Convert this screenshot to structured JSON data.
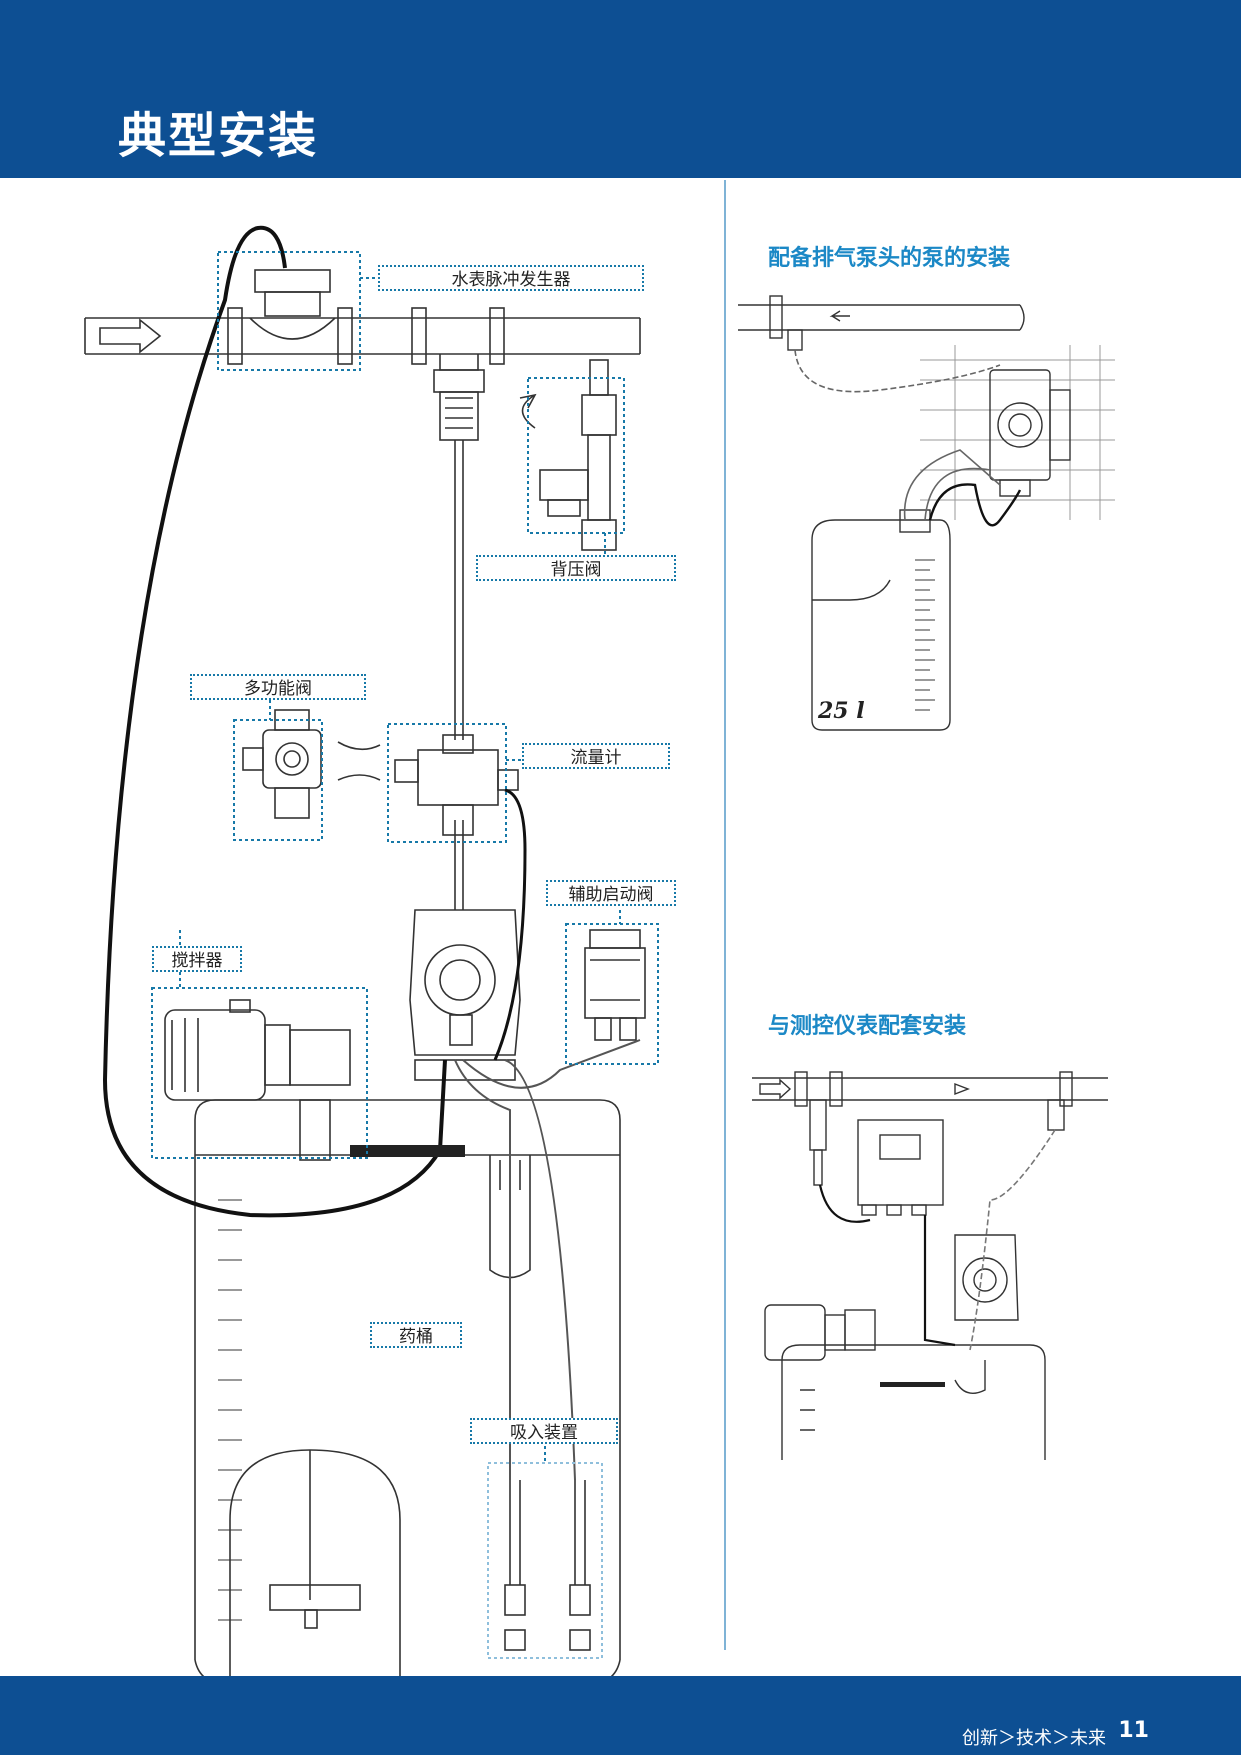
{
  "header": {
    "title": "典型安装",
    "color": "#0d4f93"
  },
  "main_diagram": {
    "labels": {
      "pulse_generator": "水表脉冲发生器",
      "back_pressure_valve": "背压阀",
      "multifunction_valve": "多功能阀",
      "flow_meter": "流量计",
      "aux_start_valve": "辅助启动阀",
      "mixer": "搅拌器",
      "tank": "药桶",
      "suction_device": "吸入装置"
    }
  },
  "right_top": {
    "title": "配备排气泵头的泵的安装",
    "tank_volume": "25 l"
  },
  "right_bottom": {
    "title": "与测控仪表配套安装"
  },
  "footer": {
    "slogan": "创新＞技术＞未来",
    "page_number": "11"
  },
  "accent_color": "#1b88c6"
}
